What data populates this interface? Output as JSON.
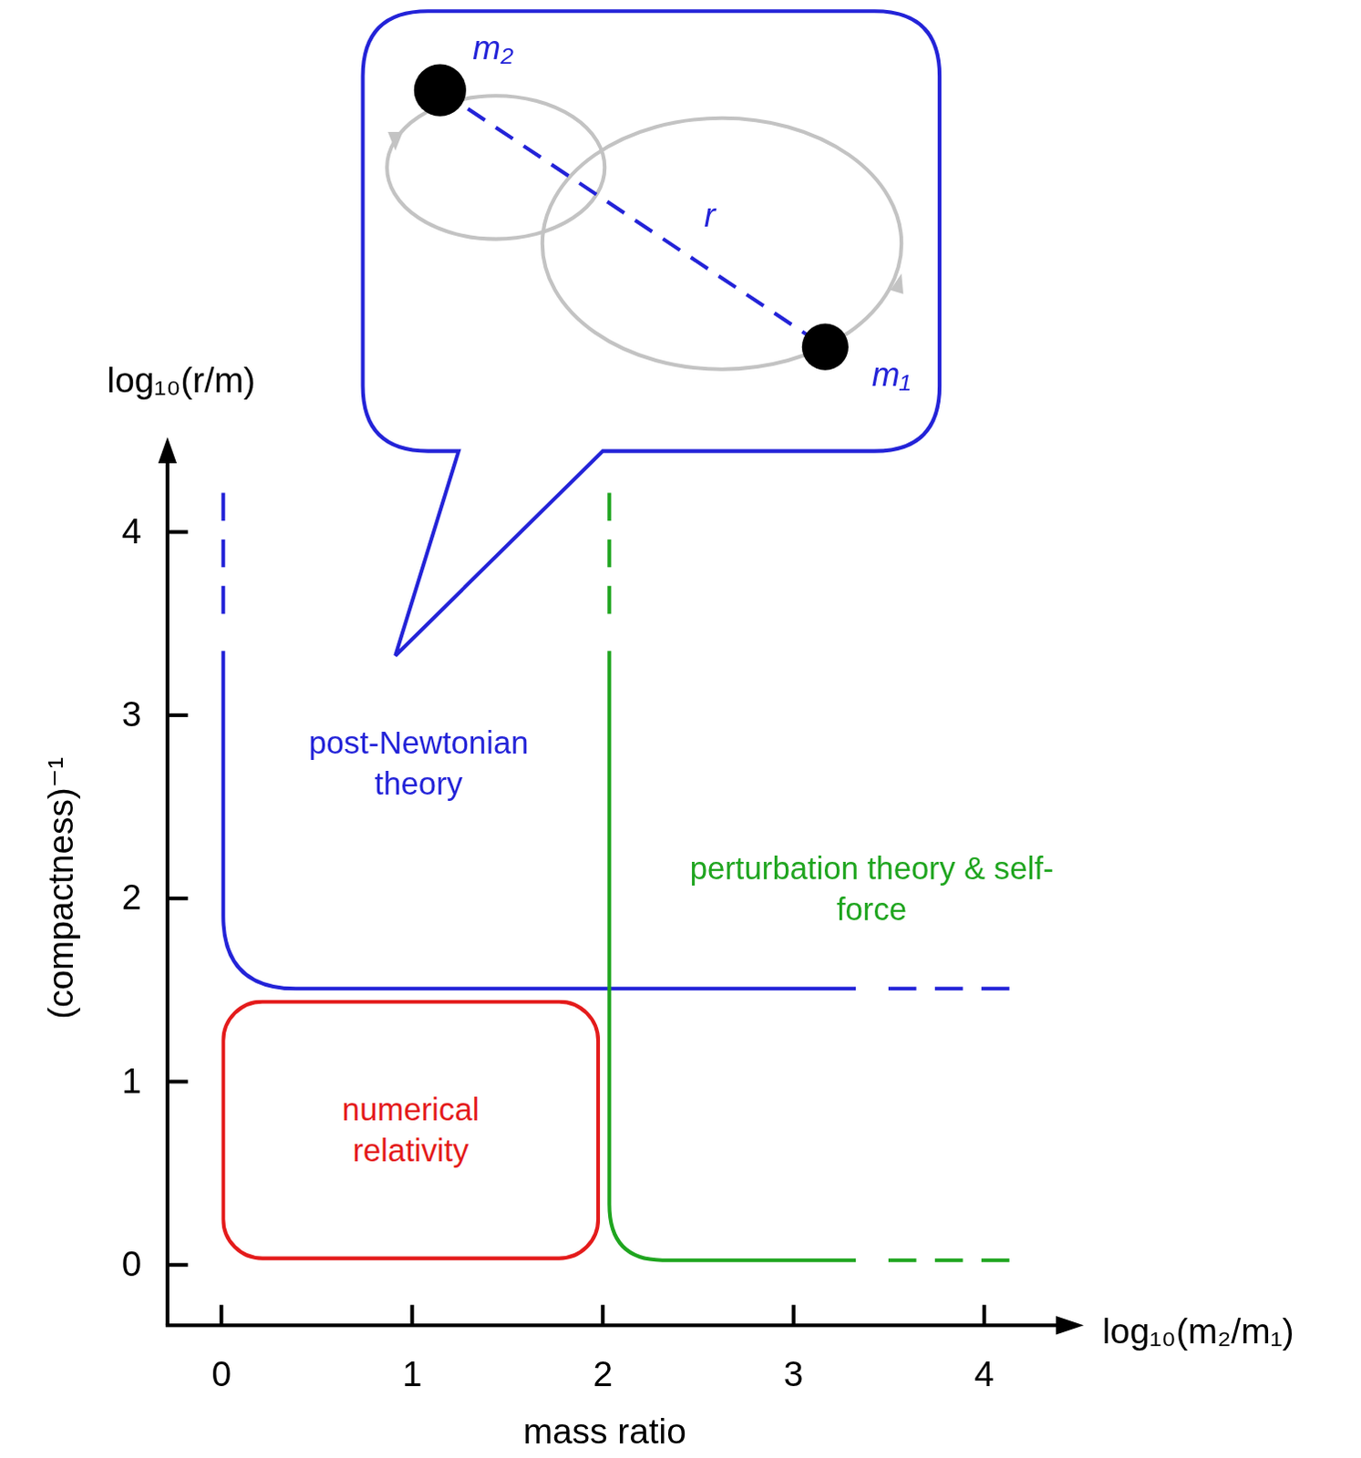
{
  "diagram": {
    "nodes": [
      {
        "text": [
          "m₂",
          "r",
          "m₁"
        ]
      },
      {
        "text": [
          "post-Newtonian theory"
        ]
      },
      {
        "text": [
          "perturbation theory & self-force"
        ]
      },
      {
        "text": [
          "numerical relativity"
        ]
      }
    ],
    "labels": [
      "log₁₀(r/m)",
      "(compactness)⁻¹",
      "4",
      "3",
      "2",
      "1",
      "0",
      "0",
      "1",
      "2",
      "3",
      "4",
      "log₁₀(m₂/m₁)",
      "mass ratio"
    ]
  }
}
